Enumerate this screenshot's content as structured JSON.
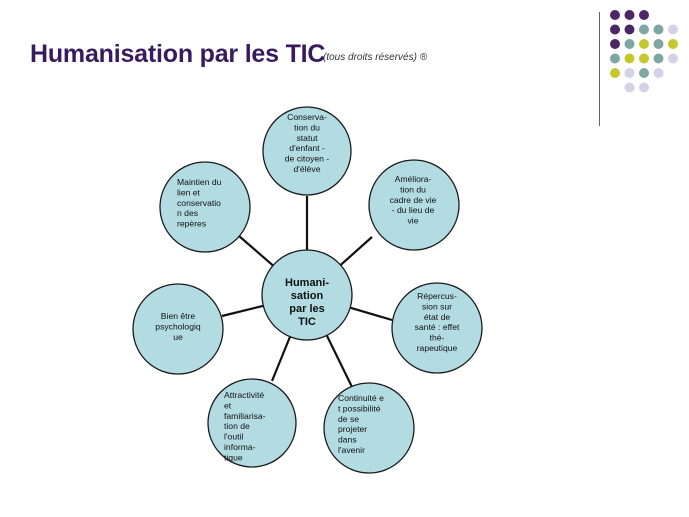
{
  "slide": {
    "title": "Humanisation par les TIC",
    "subtitle": "(tous droits réservés) ®"
  },
  "decor": {
    "dot_colors": {
      "purple": "#4b2766",
      "teal": "#7ea7a3",
      "olive": "#c5c72d",
      "lavender": "#d5d2e6"
    },
    "dot_grid": [
      [
        "purple",
        "purple",
        "purple",
        "",
        ""
      ],
      [
        "purple",
        "purple",
        "teal",
        "teal",
        "lavender"
      ],
      [
        "purple",
        "teal",
        "olive",
        "teal",
        "olive"
      ],
      [
        "teal",
        "olive",
        "olive",
        "teal",
        "lavender"
      ],
      [
        "olive",
        "lavender",
        "teal",
        "lavender",
        ""
      ],
      [
        "",
        "lavender",
        "lavender",
        "",
        ""
      ]
    ]
  },
  "diagram": {
    "colors": {
      "node_fill": "#b2dce2",
      "node_stroke": "#1a1a1a",
      "connector": "#111111"
    },
    "center": {
      "lines": [
        "Humani-",
        "sation",
        "par les",
        "TIC"
      ]
    },
    "nodes": [
      {
        "id": "conservation",
        "lines": [
          "Conserva-",
          "tion du",
          "statut",
          "d'enfant -",
          "de citoyen -",
          "d'élève"
        ]
      },
      {
        "id": "amelioration",
        "lines": [
          "Améliora-",
          "tion du",
          "cadre de vie",
          "- du lieu de",
          "vie"
        ]
      },
      {
        "id": "repercussion",
        "lines": [
          "Répercus-",
          "sion sur",
          "état de",
          "santé : effet",
          "thé-",
          "rapeutique"
        ]
      },
      {
        "id": "continuite",
        "lines": [
          "Continuité e",
          "t possibilité",
          "de se",
          "projeter",
          "dans",
          "l'avenir"
        ]
      },
      {
        "id": "attractivite",
        "lines": [
          "Attractivité",
          "et",
          "familiarisa-",
          "tion de",
          "l'outil",
          "informa-",
          "tique"
        ]
      },
      {
        "id": "bien-etre",
        "lines": [
          "Bien être",
          "psychologiq",
          "ue"
        ]
      },
      {
        "id": "maintien",
        "lines": [
          "Maintien du",
          "lien et",
          "conservatio",
          "n des",
          "repères"
        ]
      }
    ]
  }
}
